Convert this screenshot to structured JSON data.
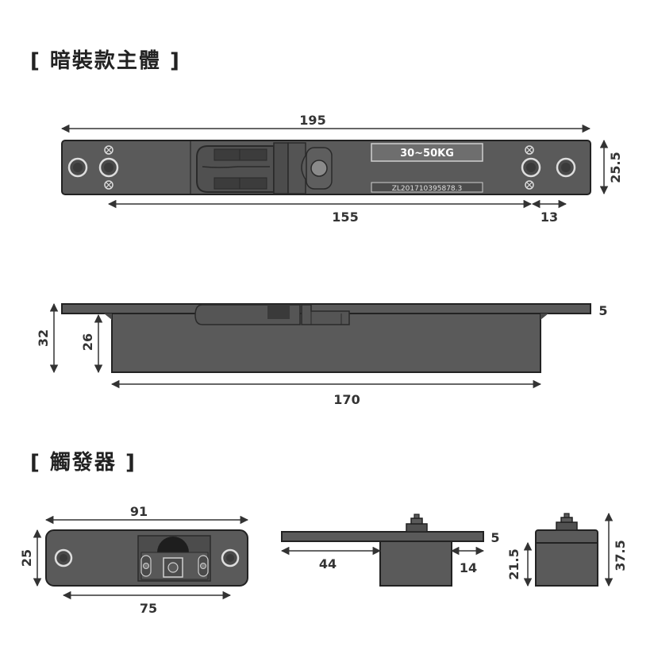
{
  "sections": {
    "main_body": {
      "title": "[ 暗裝款主體 ]"
    },
    "trigger": {
      "title": "[ 觸發器 ]"
    }
  },
  "main_body_top": {
    "label_weight": "30~50KG",
    "label_patent": "ZL201710395878.3",
    "dim_length": "195",
    "dim_height": "25.5",
    "dim_hole_spacing": "155",
    "dim_hole_edge": "13"
  },
  "main_body_side": {
    "dim_plate": "5",
    "dim_total_depth": "32",
    "dim_box_depth": "26",
    "dim_box_length": "170"
  },
  "trigger_front": {
    "dim_length": "91",
    "dim_height": "25",
    "dim_hole_spacing": "75"
  },
  "trigger_side": {
    "dim_plate": "5",
    "dim_offset": "44",
    "dim_body_edge": "14"
  },
  "trigger_end": {
    "dim_body": "21.5",
    "dim_total": "37.5"
  },
  "colors": {
    "body": "#5a5a5a",
    "body_dark": "#3e3e3e",
    "outline": "#222222",
    "label_bg": "#6e6e6e",
    "hole_ring": "#cfcfcf",
    "dimension": "#333333"
  }
}
